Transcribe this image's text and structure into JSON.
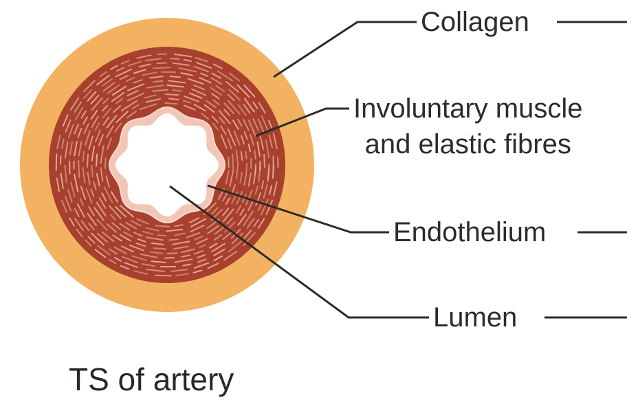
{
  "labels": {
    "collagen": "Collagen",
    "muscle_line1": "Involuntary muscle",
    "muscle_line2": "and elastic fibres",
    "endothelium": "Endothelium",
    "lumen": "Lumen"
  },
  "caption": "TS of artery",
  "colors": {
    "collagen": "#f3b261",
    "muscle": "#a7402d",
    "fibre_streaks": "#e9b0a5",
    "endothelium": "#f2c6b6",
    "lumen": "#ffffff",
    "leader_lines": "#2b2b2b"
  }
}
